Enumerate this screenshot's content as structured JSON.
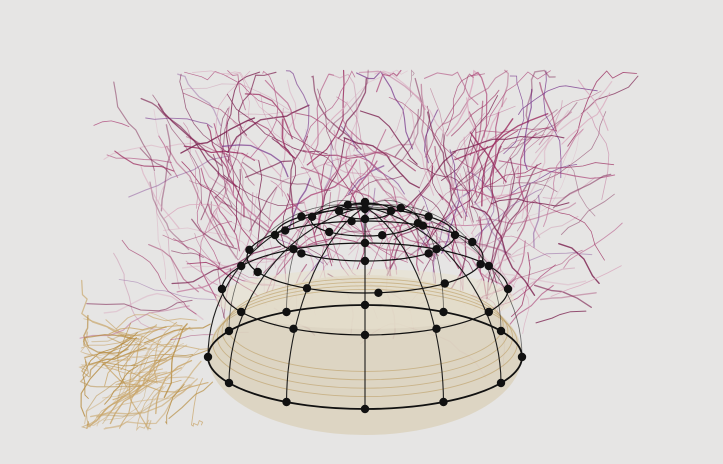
{
  "figure": {
    "kind": "hemisphere-with-streamlines",
    "background_color": "#e6e5e4",
    "dome": {
      "fill_color": "#dcd3bf",
      "wire_color": "#111111",
      "inner_ring_color": "#b8975a",
      "node_color": "#111111",
      "latitude_rings": 5,
      "meridians": 12
    },
    "streamlines": {
      "count": 420,
      "palette": [
        "#7a1f4e",
        "#9b2c5f",
        "#b0507f",
        "#c27a9e",
        "#7a3a8e",
        "#d9a7bd",
        "#c9a66b",
        "#b58a3d"
      ]
    }
  }
}
